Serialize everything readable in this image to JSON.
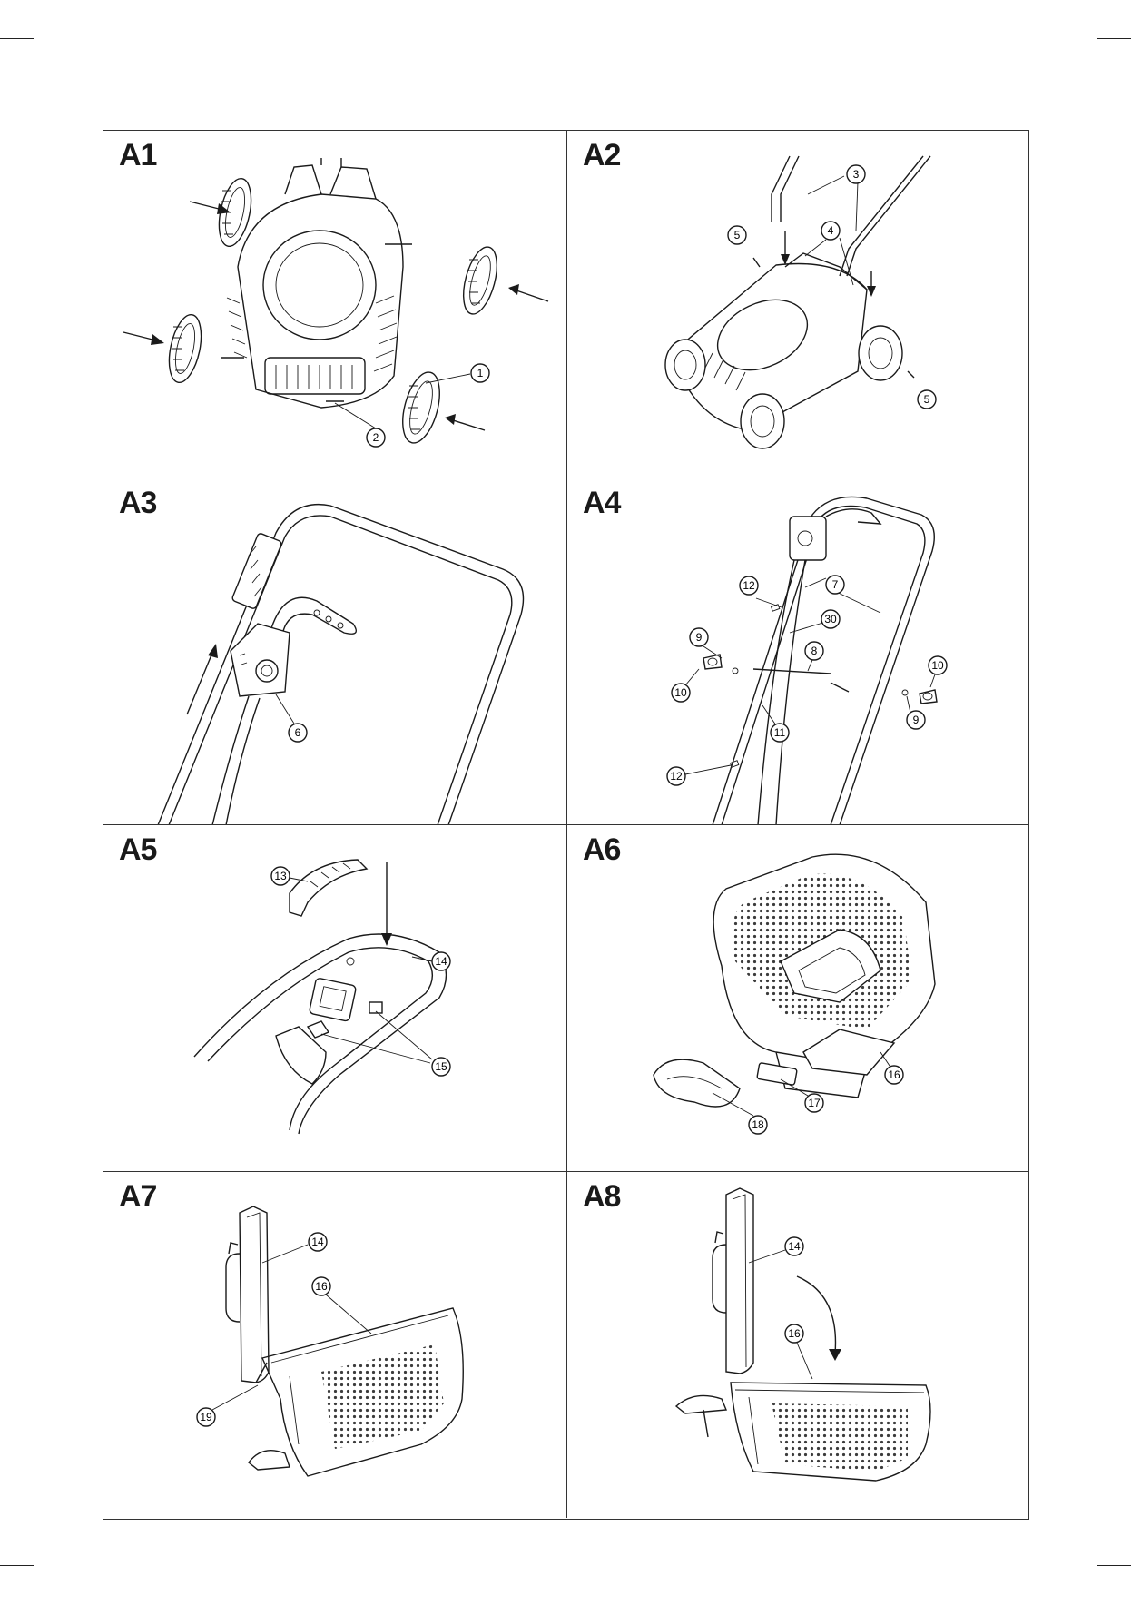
{
  "panels": [
    {
      "id": "A1",
      "callouts": [
        "1",
        "2"
      ]
    },
    {
      "id": "A2",
      "callouts": [
        "3",
        "4",
        "5",
        "5"
      ]
    },
    {
      "id": "A3",
      "callouts": [
        "6"
      ]
    },
    {
      "id": "A4",
      "callouts": [
        "12",
        "7",
        "30",
        "9",
        "8",
        "10",
        "10",
        "11",
        "9",
        "12"
      ]
    },
    {
      "id": "A5",
      "callouts": [
        "13",
        "14",
        "15"
      ]
    },
    {
      "id": "A6",
      "callouts": [
        "16",
        "17",
        "18"
      ]
    },
    {
      "id": "A7",
      "callouts": [
        "14",
        "16",
        "19"
      ]
    },
    {
      "id": "A8",
      "callouts": [
        "14",
        "16"
      ]
    }
  ]
}
